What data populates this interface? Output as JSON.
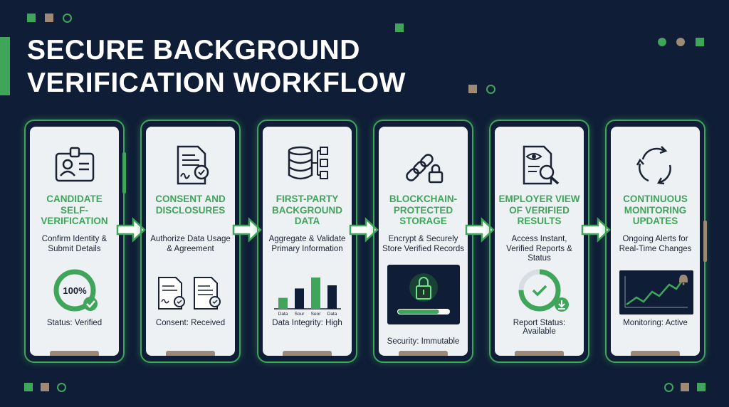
{
  "title": "SECURE BACKGROUND VERIFICATION WORKFLOW",
  "colors": {
    "background": "#0f1d36",
    "accent": "#3ea55a",
    "taupe": "#9c8a76",
    "card": "#eef1f4"
  },
  "steps": [
    {
      "title": "CANDIDATE SELF-VERIFICATION",
      "description": "Confirm Identity & Submit Details",
      "icon": "id-badge-icon",
      "visual": {
        "type": "progress-ring",
        "label": "100%",
        "progress": 1.0
      },
      "status_label": "Status:",
      "status_value": "Verified"
    },
    {
      "title": "CONSENT AND DISCLOSURES",
      "description": "Authorize Data Usage & Agreement",
      "icon": "signed-document-icon",
      "visual": {
        "type": "documents"
      },
      "status_label": "Consent:",
      "status_value": "Received"
    },
    {
      "title": "FIRST-PARTY BACKGROUND DATA",
      "description": "Aggregate & Validate Primary Information",
      "icon": "database-network-icon",
      "visual": {
        "type": "mini-bar-chart",
        "labels": [
          "Data",
          "Sour",
          "Seor",
          "Data"
        ],
        "values": [
          0.35,
          0.65,
          1.0,
          0.75
        ]
      },
      "status_label": "Data Integrity:",
      "status_value": "High"
    },
    {
      "title": "BLOCKCHAIN-PROTECTED STORAGE",
      "description": "Encrypt & Securely Store Verified Records",
      "icon": "chain-lock-icon",
      "visual": {
        "type": "lock-panel",
        "progress": 0.8
      },
      "status_label": "Security:",
      "status_value": "Immutable"
    },
    {
      "title": "EMPLOYER VIEW OF VERIFIED RESULTS",
      "description": "Access Instant, Verified Reports & Status",
      "icon": "document-search-icon",
      "visual": {
        "type": "progress-ring",
        "progress": 0.75
      },
      "status_label": "Report Status:",
      "status_value": "Available"
    },
    {
      "title": "CONTINUOUS MONITORING UPDATES",
      "description": "Ongoing Alerts for Real-Time Changes",
      "icon": "refresh-cycle-icon",
      "visual": {
        "type": "trend-panel"
      },
      "status_label": "Monitoring:",
      "status_value": "Active"
    }
  ]
}
